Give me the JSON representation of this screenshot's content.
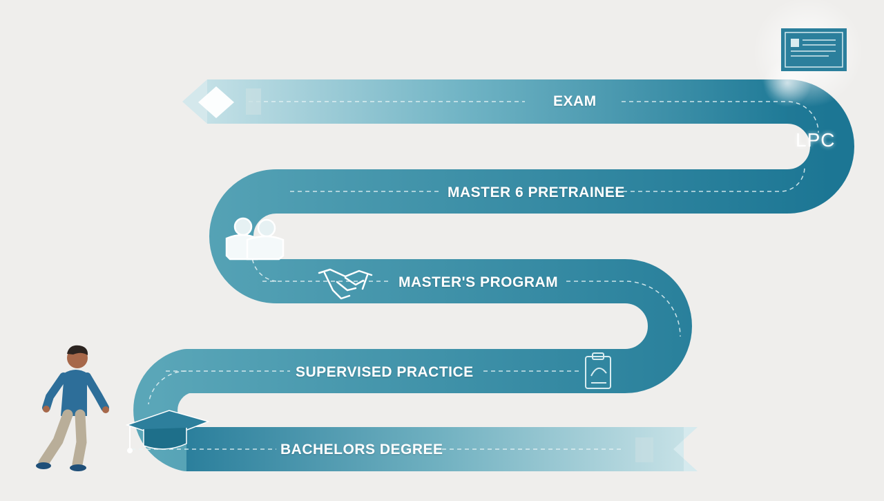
{
  "stages": [
    {
      "id": "exam",
      "label": "EXAM"
    },
    {
      "id": "master-pretrainee",
      "label": "MASTER 6 PRETRAINEE"
    },
    {
      "id": "masters-program",
      "label": "MASTER'S PROGRAM"
    },
    {
      "id": "supervised-practice",
      "label": "SUPERVISED PRACTICE"
    },
    {
      "id": "bachelors-degree",
      "label": "BACHELORS DEGREE"
    }
  ],
  "end_label": "LPC",
  "icons": [
    "certificate-icon",
    "diamond-icon",
    "people-icon",
    "handshake-icon",
    "clipboard-icon",
    "graduation-cap-icon",
    "walking-person-icon"
  ],
  "colors": {
    "background": "#efeeec",
    "road_dark": "#1f7a97",
    "road_light": "#a9d3dc",
    "accent": "#2b7f9c"
  }
}
